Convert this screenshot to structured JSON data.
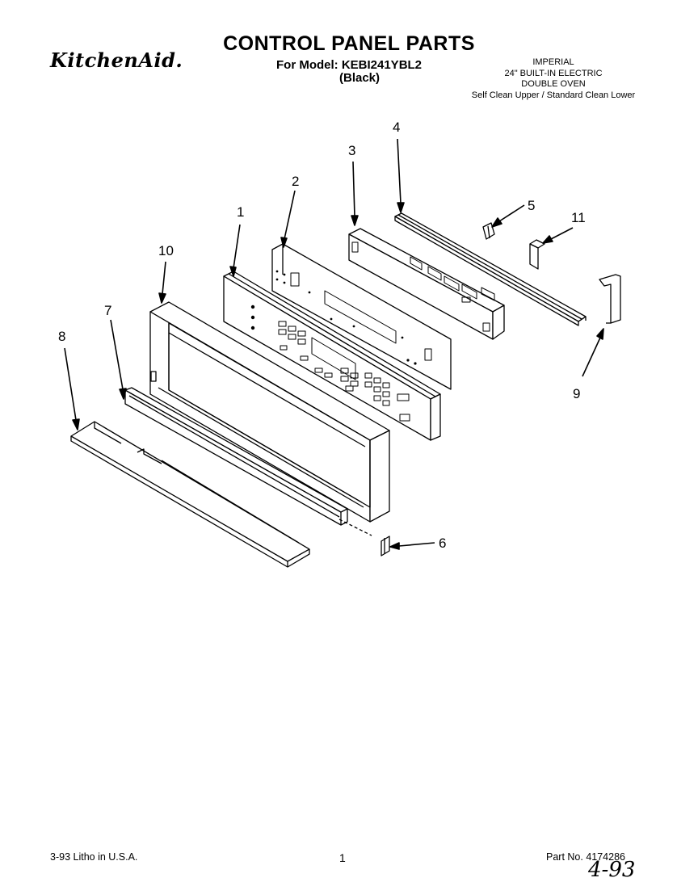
{
  "header": {
    "title": "CONTROL PANEL PARTS",
    "brand": "KitchenAid.",
    "model_line": "For Model: KEBI241YBL2",
    "color_line": "(Black)",
    "description": [
      "IMPERIAL",
      "24\" BUILT-IN ELECTRIC",
      "DOUBLE OVEN",
      "Self Clean Upper / Standard Clean Lower"
    ]
  },
  "diagram": {
    "callouts": [
      "1",
      "2",
      "3",
      "4",
      "5",
      "6",
      "7",
      "8",
      "9",
      "10",
      "11"
    ]
  },
  "footer": {
    "litho": "3-93 Litho in U.S.A.",
    "page": "1",
    "part_no": "Part No. 4174286",
    "handwritten_date": "4-93"
  }
}
